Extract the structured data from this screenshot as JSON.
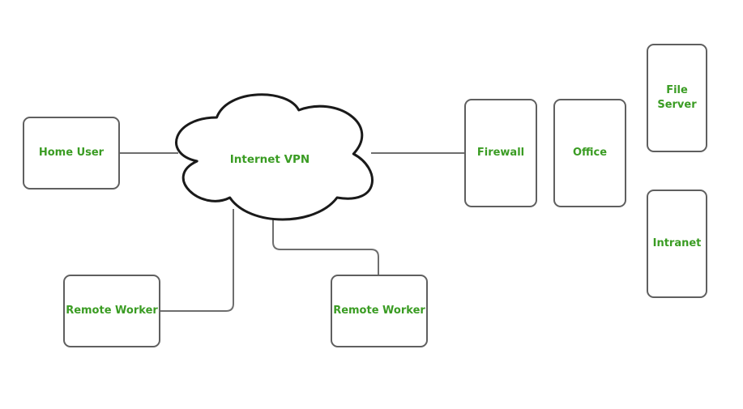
{
  "diagram": {
    "colors": {
      "background": "#ffffff",
      "label_green": "#3a9c23",
      "node_border_gray": "#5f5f5f",
      "connector_gray": "#6e6e6e",
      "cloud_outline_black": "#1a1a1a"
    },
    "nodes": {
      "home_user": {
        "label": "Home User"
      },
      "internet_vpn": {
        "label": "Internet VPN"
      },
      "firewall": {
        "label": "Firewall"
      },
      "office": {
        "label": "Office"
      },
      "file_server": {
        "label": "File Server"
      },
      "intranet": {
        "label": "Intranet"
      },
      "remote_worker_1": {
        "label": "Remote Worker"
      },
      "remote_worker_2": {
        "label": "Remote Worker"
      }
    },
    "edges": [
      {
        "from": "home_user",
        "to": "internet_vpn"
      },
      {
        "from": "internet_vpn",
        "to": "firewall"
      },
      {
        "from": "internet_vpn",
        "to": "remote_worker_1"
      },
      {
        "from": "internet_vpn",
        "to": "remote_worker_2"
      }
    ]
  }
}
